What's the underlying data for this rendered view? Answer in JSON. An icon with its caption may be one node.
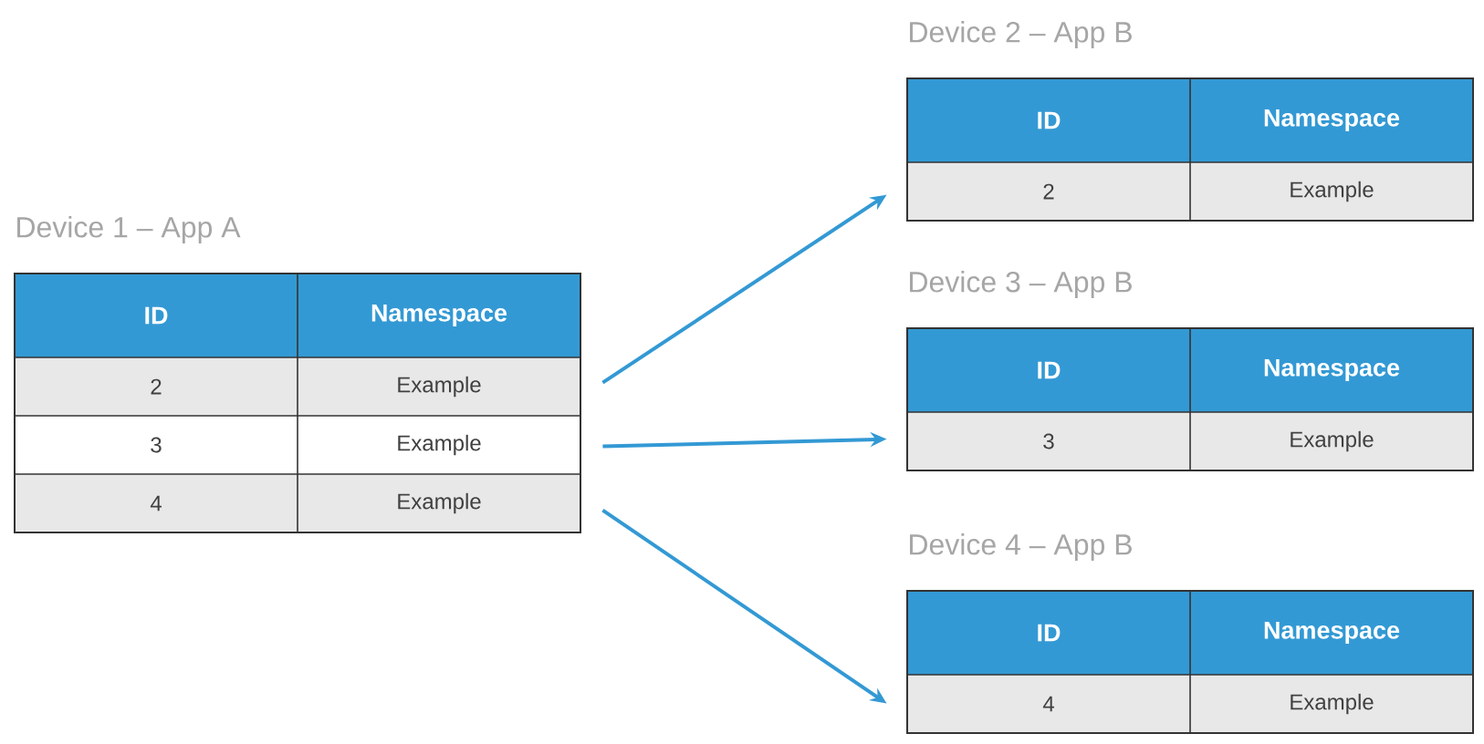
{
  "diagram": {
    "nodes": [
      {
        "text": [
          "Device 1 – App A",
          "ID",
          "Namespace",
          "2",
          "Example",
          "3",
          "Example",
          "4",
          "Example"
        ]
      },
      {
        "text": [
          "Device 2 – App B",
          "ID",
          "Namespace",
          "2",
          "Example"
        ]
      },
      {
        "text": [
          "Device 3 – App B",
          "ID",
          "Namespace",
          "3",
          "Example"
        ]
      },
      {
        "text": [
          "Device 4 – App B",
          "ID",
          "Namespace",
          "4",
          "Example"
        ]
      }
    ],
    "edges": [
      {
        "from": 0,
        "to": 1,
        "arrow": "to"
      },
      {
        "from": 0,
        "to": 2,
        "arrow": "to"
      },
      {
        "from": 0,
        "to": 3,
        "arrow": "to"
      }
    ]
  }
}
